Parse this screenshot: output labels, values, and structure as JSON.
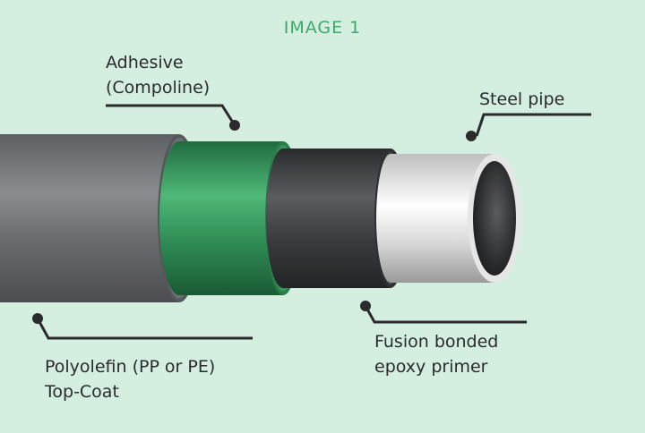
{
  "title": "IMAGE 1",
  "labels": {
    "adhesive": {
      "line1": "Adhesive",
      "line2": "(Compoline)"
    },
    "steel_pipe": {
      "line1": "Steel pipe"
    },
    "fusion": {
      "line1": "Fusion bonded",
      "line2": "epoxy primer"
    },
    "polyolefin": {
      "line1": "Polyolefin (PP or PE)",
      "line2": "Top-Coat"
    }
  },
  "colors": {
    "background": "#d4eee0",
    "title": "#3fa86a",
    "topcoat": "#6f7275",
    "adhesive": "#3a9c60",
    "epoxy": "#3c3e41",
    "steel": "#d8d8d8",
    "leader": "#2b2b2b"
  }
}
